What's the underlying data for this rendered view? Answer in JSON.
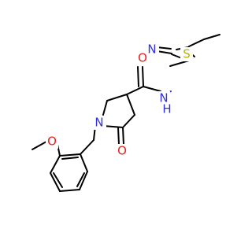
{
  "colors": {
    "carbon": "#000000",
    "nitrogen": "#2f2fde",
    "oxygen": "#e8221c",
    "sulfur": "#c6c000",
    "background": "#ffffff"
  },
  "atoms": {
    "amide_o": "O",
    "amide_n": "N",
    "amide_h": "H",
    "ring_n": "N",
    "lactam_o": "O",
    "ether_o": "O",
    "thiazole_n": "N",
    "thiazole_s": "S"
  }
}
